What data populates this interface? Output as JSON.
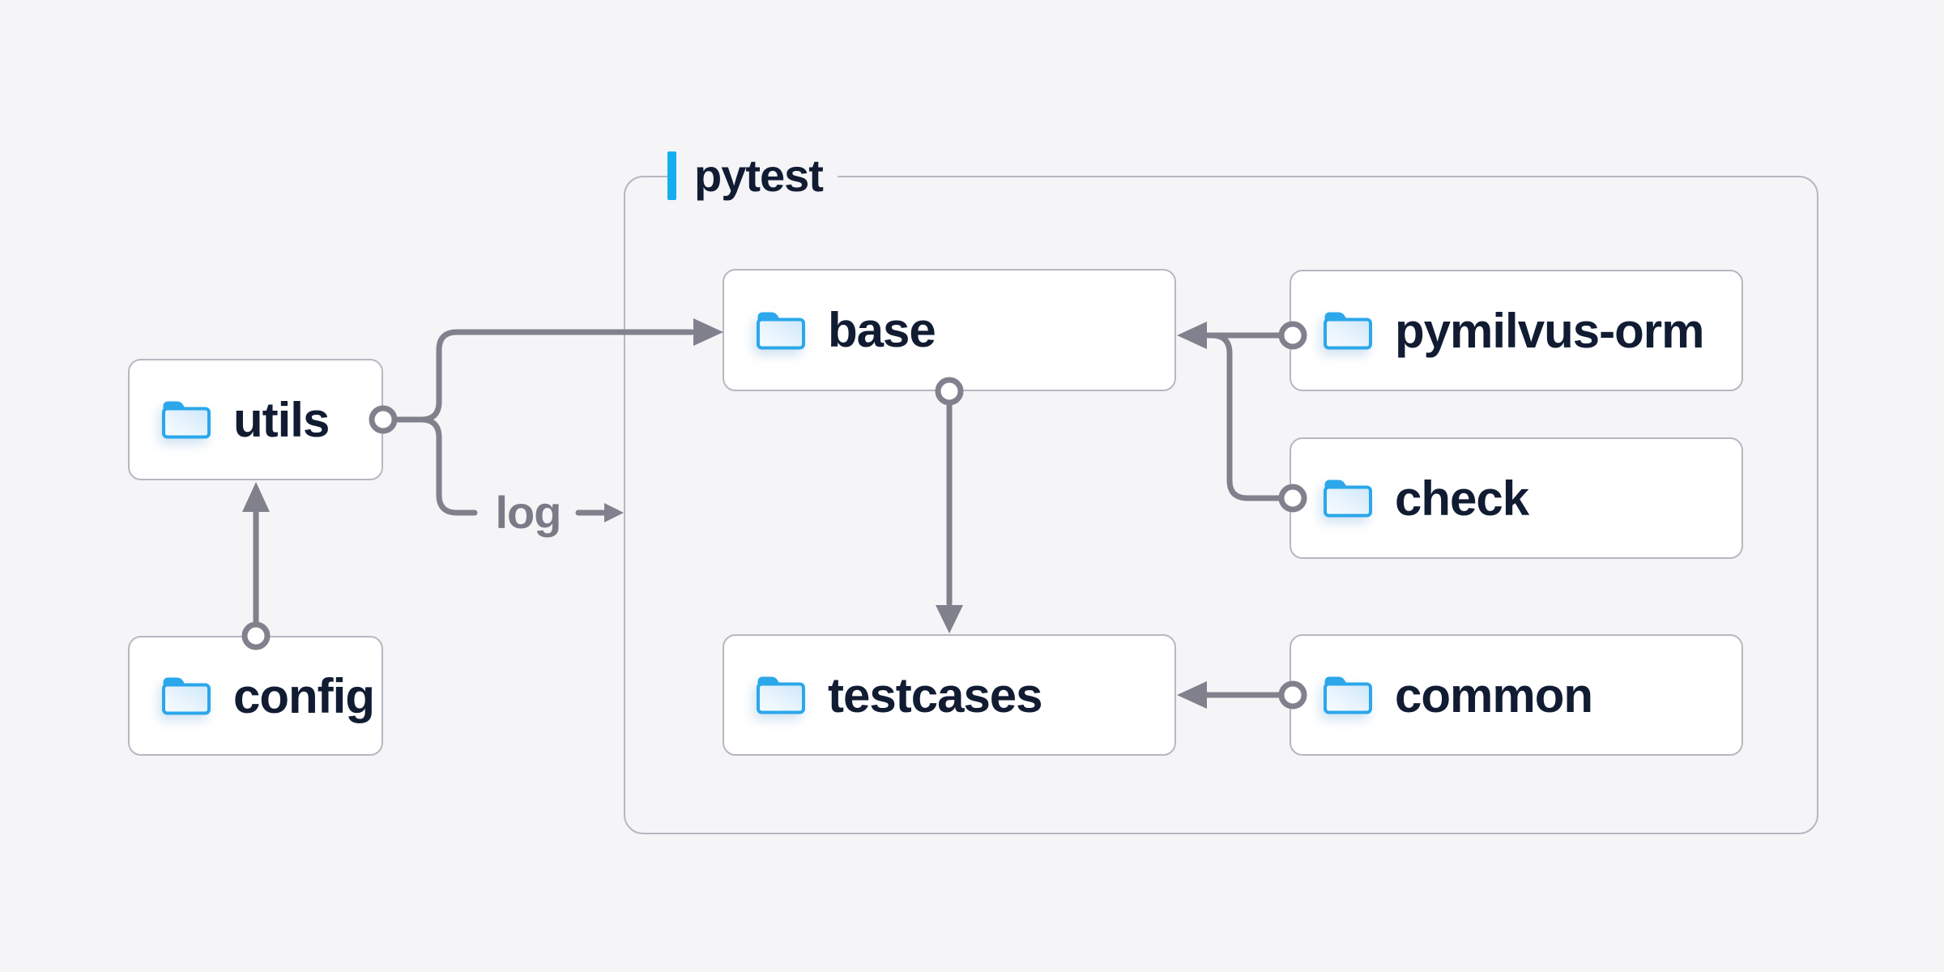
{
  "group": {
    "label": "pytest"
  },
  "nodes": {
    "utils": {
      "label": "utils",
      "icon": "folder-icon"
    },
    "config": {
      "label": "config",
      "icon": "folder-icon"
    },
    "base": {
      "label": "base",
      "icon": "folder-icon"
    },
    "pymilvus_orm": {
      "label": "pymilvus-orm",
      "icon": "folder-icon"
    },
    "check": {
      "label": "check",
      "icon": "folder-icon"
    },
    "testcases": {
      "label": "testcases",
      "icon": "folder-icon"
    },
    "common": {
      "label": "common",
      "icon": "folder-icon"
    }
  },
  "edges": [
    {
      "from": "config",
      "to": "utils"
    },
    {
      "from": "utils",
      "to": "base"
    },
    {
      "from": "utils",
      "to": "pytest",
      "label": "log"
    },
    {
      "from": "base",
      "to": "testcases"
    },
    {
      "from": "pymilvus-orm",
      "to": "base"
    },
    {
      "from": "check",
      "to": "base"
    },
    {
      "from": "common",
      "to": "testcases"
    }
  ],
  "colors": {
    "background": "#F5F5F7",
    "node_fill": "#FFFFFF",
    "node_border": "#B7B7C2",
    "group_border": "#B7B7C2",
    "connector": "#81818D",
    "text": "#111C33",
    "edge_label_text": "#7B7B87",
    "accent_blue": "#16AEEF",
    "folder_blue": "#2BA7EA"
  }
}
